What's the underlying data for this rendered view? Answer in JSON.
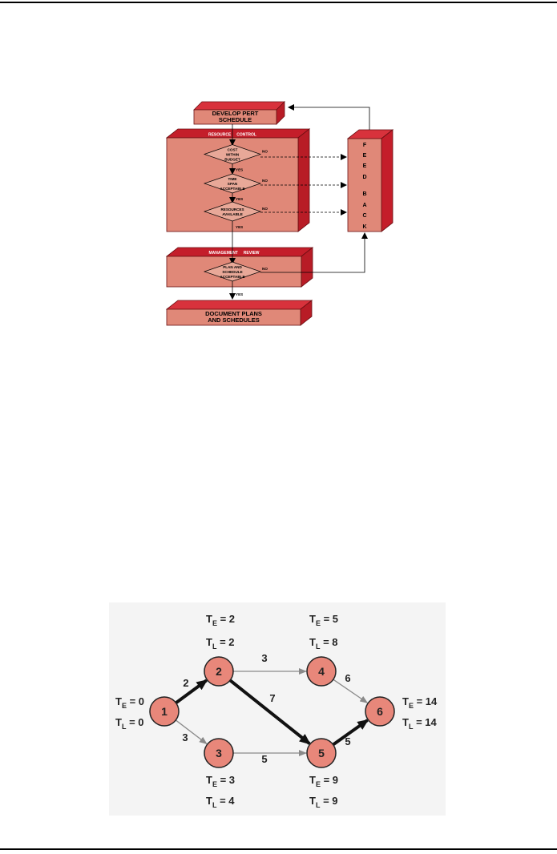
{
  "flowchart": {
    "develop_box": [
      "DEVELOP PERT",
      "SCHEDULE"
    ],
    "resource_header": "RESOURCE     CONTROL",
    "decisions": [
      {
        "lines": [
          "COST",
          "WITHIN",
          "BUDGET"
        ],
        "no": "NO",
        "yes": "YES"
      },
      {
        "lines": [
          "TIME",
          "SPAN",
          "ACCEPTABLE"
        ],
        "no": "NO",
        "yes": "YES"
      },
      {
        "lines": [
          "RESOURCES",
          "AVAILABLE"
        ],
        "no": "NO",
        "yes": "YES"
      }
    ],
    "feedback": [
      "F",
      "E",
      "E",
      "D",
      "B",
      "A",
      "C",
      "K"
    ],
    "management_header": "MANAGEMENT     REVIEW",
    "mgmt_decision": {
      "lines": [
        "PLAN AND",
        "SCHEDULE",
        "ACCEPTABLE"
      ],
      "no": "NO",
      "yes": "YES"
    },
    "document_box": [
      "DOCUMENT PLANS",
      "AND SCHEDULES"
    ],
    "colors": {
      "face": "#e08878",
      "side": "#c41e2a",
      "top": "#d8323c",
      "dark": "#8a1418"
    }
  },
  "network": {
    "nodes": [
      {
        "id": "1",
        "te_label": "T",
        "te_sub": "E",
        "te": "0",
        "tl_sub": "L",
        "tl": "0"
      },
      {
        "id": "2",
        "te_sub": "E",
        "te": "2",
        "tl_sub": "L",
        "tl": "2"
      },
      {
        "id": "3",
        "te_sub": "E",
        "te": "3",
        "tl_sub": "L",
        "tl": "4"
      },
      {
        "id": "4",
        "te_sub": "E",
        "te": "5",
        "tl_sub": "L",
        "tl": "8"
      },
      {
        "id": "5",
        "te_sub": "E",
        "te": "9",
        "tl_sub": "L",
        "tl": "9"
      },
      {
        "id": "6",
        "te_sub": "E",
        "te": "14",
        "tl_sub": "L",
        "tl": "14"
      }
    ],
    "edges": [
      {
        "from": "1",
        "to": "2",
        "duration": "2",
        "critical": true
      },
      {
        "from": "1",
        "to": "3",
        "duration": "3",
        "critical": false
      },
      {
        "from": "2",
        "to": "4",
        "duration": "3",
        "critical": false
      },
      {
        "from": "2",
        "to": "5",
        "duration": "7",
        "critical": true
      },
      {
        "from": "3",
        "to": "5",
        "duration": "5",
        "critical": false
      },
      {
        "from": "4",
        "to": "6",
        "duration": "6",
        "critical": false
      },
      {
        "from": "5",
        "to": "6",
        "duration": "5",
        "critical": true
      }
    ],
    "colors": {
      "node": "#e8877a",
      "critical": "#111111",
      "normal": "#9a9a9a",
      "bg": "#f4f4f4"
    }
  }
}
